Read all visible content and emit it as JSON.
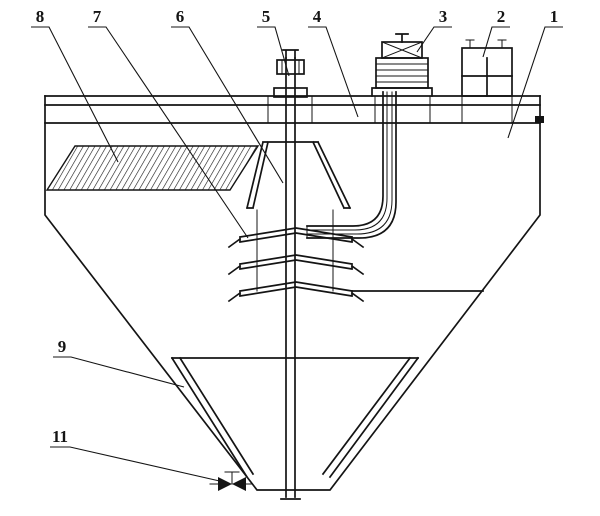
{
  "diagram": {
    "background_color": "#ffffff",
    "line_color": "#141414",
    "callouts": {
      "n1": "1",
      "n2": "2",
      "n3": "3",
      "n4": "4",
      "n5": "5",
      "n6": "6",
      "n7": "7",
      "n8": "8",
      "n9": "9",
      "n11": "11"
    }
  }
}
